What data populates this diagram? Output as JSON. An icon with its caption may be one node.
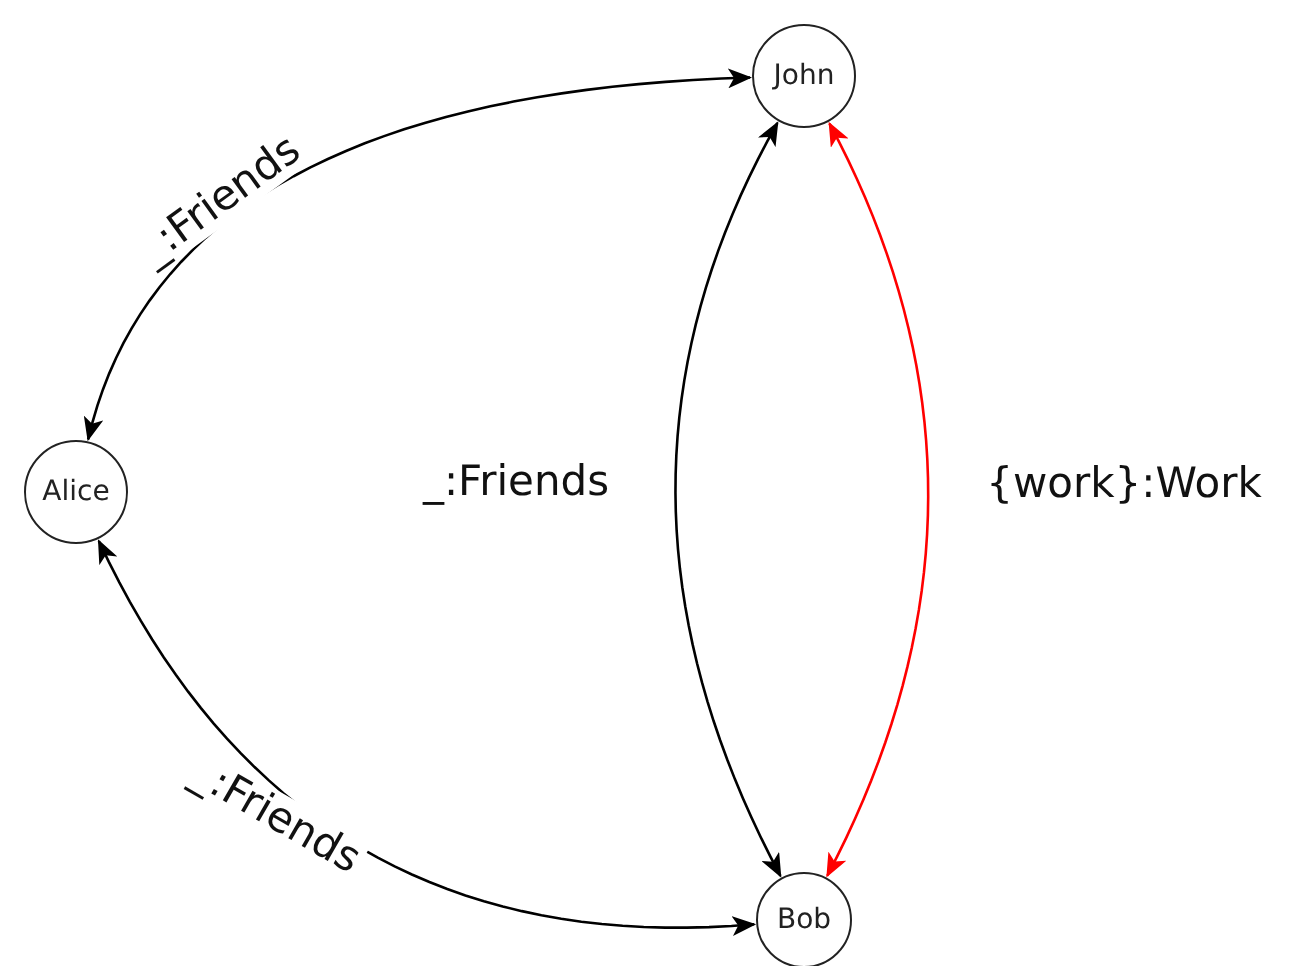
{
  "diagram": {
    "nodes": [
      {
        "text": [
          "John"
        ]
      },
      {
        "text": [
          "Alice"
        ]
      },
      {
        "text": [
          "Bob"
        ]
      }
    ],
    "edges": [
      {
        "from": 0,
        "to": 1,
        "arrow": "both",
        "label": "_:Friends"
      },
      {
        "from": 1,
        "to": 2,
        "arrow": "both",
        "label": "_:Friends"
      },
      {
        "from": 0,
        "to": 2,
        "arrow": "both",
        "label": "_:Friends"
      },
      {
        "from": 0,
        "to": 2,
        "arrow": "both",
        "label": "{work}:Work",
        "color": "#ff0000"
      }
    ]
  }
}
